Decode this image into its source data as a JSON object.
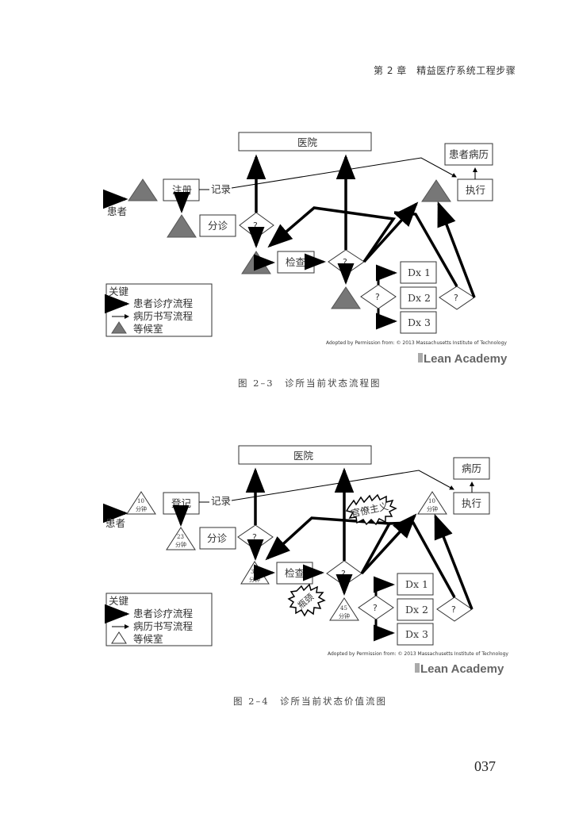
{
  "running_head": "第 2 章　精益医疗系统工程步骤",
  "page_number": "037",
  "figure1": {
    "caption": "图 2–3　诊所当前状态流程图",
    "nodes": {
      "hospital": "医院",
      "register": "注册",
      "triage": "分诊",
      "exam": "检查",
      "dx1": "Dx 1",
      "dx2": "Dx 2",
      "dx3": "Dx 3",
      "execute": "执行",
      "records": "患者病历",
      "decision": "?"
    },
    "labels": {
      "patient": "患者",
      "record_flow": "记录"
    },
    "legend": {
      "title": "关键",
      "items": [
        {
          "icon": "thick-arrow-icon",
          "label": "患者诊疗流程"
        },
        {
          "icon": "thin-arrow-icon",
          "label": "病历书写流程"
        },
        {
          "icon": "filled-triangle-icon",
          "label": "等候室"
        }
      ]
    },
    "credit": "Adopted by Permission from: © 2013 Massachusetts Institute of Technology",
    "logo": "Lean Academy"
  },
  "figure2": {
    "caption": "图 2–4　诊所当前状态价值流图",
    "nodes": {
      "hospital": "医院",
      "register": "登记",
      "triage": "分诊",
      "exam": "检查",
      "dx1": "Dx 1",
      "dx2": "Dx 2",
      "dx3": "Dx 3",
      "execute": "执行",
      "records": "病历",
      "decision": "?"
    },
    "labels": {
      "patient": "患者",
      "record_flow": "记录"
    },
    "waits": {
      "entry": {
        "value": "10",
        "unit": "分钟"
      },
      "after_register": {
        "value": "23",
        "unit": "分钟"
      },
      "before_exam": {
        "value": "35",
        "unit": "分钟"
      },
      "after_exam": {
        "value": "45",
        "unit": "分钟"
      },
      "before_execute": {
        "value": "10",
        "unit": "分钟"
      }
    },
    "bursts": {
      "bureaucracy": "官僚主义",
      "bottleneck": "瓶颈"
    },
    "legend": {
      "title": "关键",
      "items": [
        {
          "icon": "thick-arrow-icon",
          "label": "患者诊疗流程"
        },
        {
          "icon": "thin-arrow-icon",
          "label": "病历书写流程"
        },
        {
          "icon": "outline-triangle-icon",
          "label": "等候室"
        }
      ]
    },
    "credit": "Adopted by Permission from: © 2013 Massachusetts Institute of Technology",
    "logo": "Lean Academy"
  }
}
